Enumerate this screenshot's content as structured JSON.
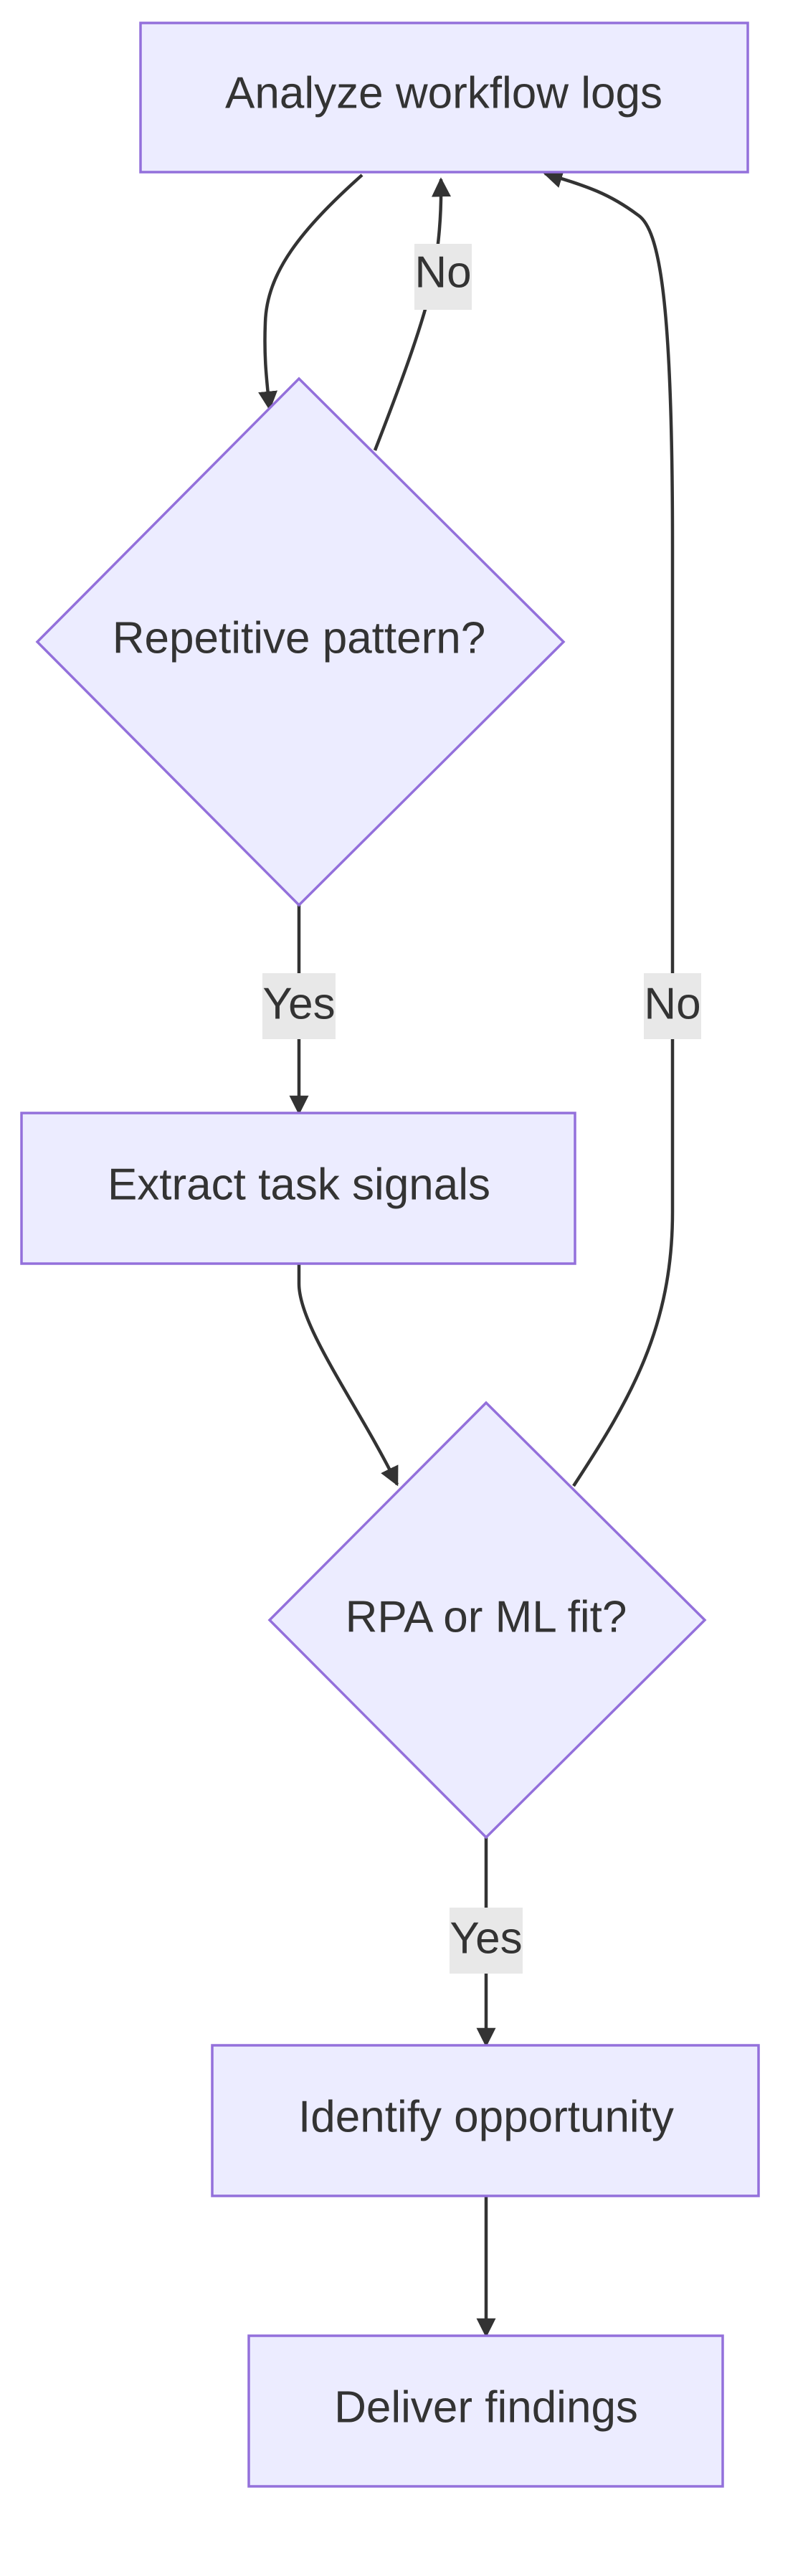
{
  "nodes": {
    "analyze": {
      "label": "Analyze workflow logs"
    },
    "repetitive": {
      "label": "Repetitive pattern?"
    },
    "extract": {
      "label": "Extract task signals"
    },
    "fit": {
      "label": "RPA or ML fit?"
    },
    "identify": {
      "label": "Identify opportunity"
    },
    "deliver": {
      "label": "Deliver findings"
    }
  },
  "edges": {
    "repetitive_no": {
      "label": "No"
    },
    "repetitive_yes": {
      "label": "Yes"
    },
    "fit_no": {
      "label": "No"
    },
    "fit_yes": {
      "label": "Yes"
    }
  },
  "colors": {
    "node_fill": "#ececff",
    "node_stroke": "#9370db",
    "edge": "#333333",
    "label_bg": "#e8e8e8",
    "text": "#333333"
  }
}
